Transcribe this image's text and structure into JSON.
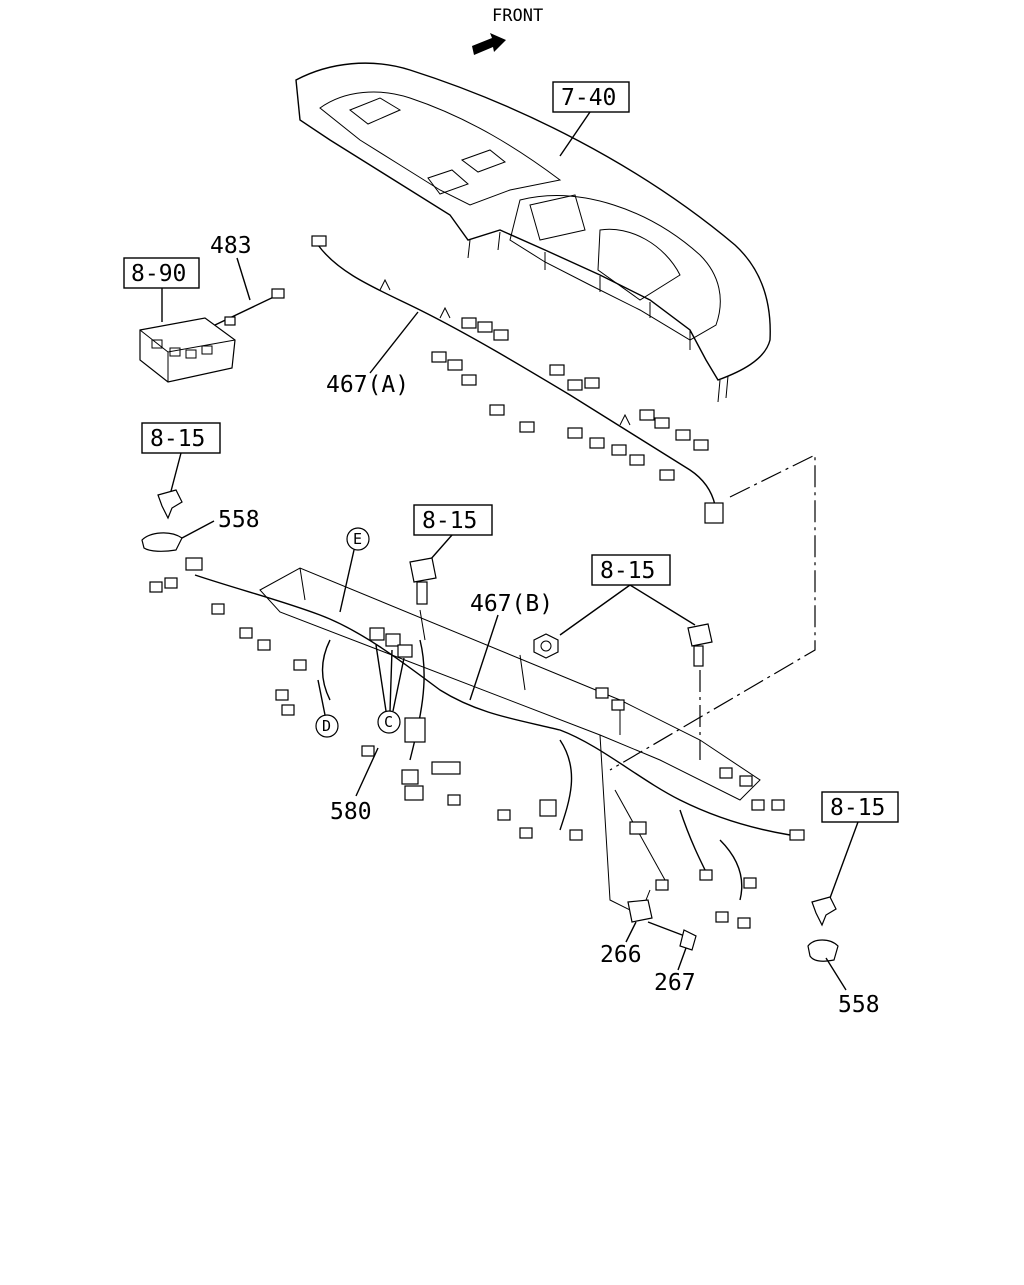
{
  "header": {
    "front_label": "FRONT"
  },
  "refs": {
    "ref_7_40": "7-40",
    "ref_8_90": "8-90",
    "ref_8_15_top": "8-15",
    "ref_8_15_center": "8-15",
    "ref_8_15_right": "8-15",
    "ref_8_15_lower_right": "8-15"
  },
  "parts": {
    "p483": "483",
    "p467a": "467(A)",
    "p467b": "467(B)",
    "p558_left": "558",
    "p558_right": "558",
    "p580": "580",
    "p266": "266",
    "p267": "267"
  },
  "callouts": {
    "c": "C",
    "d": "D",
    "e": "E"
  }
}
